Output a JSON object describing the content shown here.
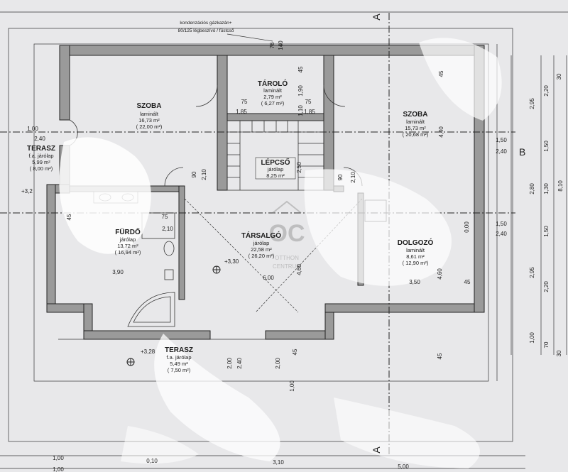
{
  "annotations": {
    "boiler_line1": "kondenzációs gázkazán+",
    "boiler_line2": "80/125 légbeszívó / füstcső"
  },
  "section_marks": {
    "a": "A",
    "b": "B"
  },
  "rooms": {
    "szoba_left": {
      "name": "SZOBA",
      "floor": "laminált",
      "area": "16,73 m²",
      "area_alt": "( 22,00 m²)"
    },
    "taroló": {
      "name": "TÁROLÓ",
      "floor": "laminált",
      "area": "2,79 m²",
      "area_alt": "( 6,27 m²)"
    },
    "szoba_right": {
      "name": "SZOBA",
      "floor": "laminált",
      "area": "15,73 m²",
      "area_alt": "( 20,68 m²)"
    },
    "terasz_left": {
      "name": "TERASZ",
      "floor": "f.a. járólap",
      "area": "5,99 m²",
      "area_alt": "( 8,00 m²)"
    },
    "lepcso": {
      "name": "LÉPCSŐ",
      "floor": "járólap",
      "area": "8,25 m²"
    },
    "furdo": {
      "name": "FÜRDŐ",
      "floor": "járólap",
      "area": "13,72 m²",
      "area_alt": "( 16,94 m²)"
    },
    "tarsalgo": {
      "name": "TÁRSALGÓ",
      "floor": "járólap",
      "area": "22,58 m²",
      "area_alt": "( 26,20 m²)"
    },
    "dolgozo": {
      "name": "DOLGOZÓ",
      "floor": "laminált",
      "area": "8,61 m²",
      "area_alt": "( 12,90 m²)"
    },
    "terasz_bottom": {
      "name": "TERASZ",
      "floor": "f.a. járólap",
      "area": "5,49 m²",
      "area_alt": "( 7,50 m²)"
    }
  },
  "levels": {
    "l1": "+3,30",
    "l2": "+3,28",
    "l3": "+3,2"
  },
  "watermark": {
    "mono": "OC",
    "word1": "OTTHON",
    "word2": "CENTRUM"
  },
  "dims": {
    "d_75a": "75",
    "d_185a": "1,85",
    "d_75b": "75",
    "d_185b": "1,85",
    "d_90a": "90",
    "d_210a": "2,10",
    "d_90b": "90",
    "d_210b": "2,10",
    "d_75c": "75",
    "d_210c": "2,10",
    "d_390": "3,90",
    "d_600": "6,00",
    "d_350": "3,50",
    "d_100a": "1,00",
    "d_240a": "2,40",
    "d_150a": "1,50",
    "d_240b": "2,40",
    "d_150b": "1,50",
    "d_240c": "2,40",
    "v_76": "76",
    "v_140": "140",
    "v_45a": "45",
    "v_190": "1,90",
    "v_110": "1,10",
    "v_440": "4,40",
    "v_45b": "45",
    "v_250": "2,50",
    "v_460a": "4,60",
    "v_460b": "4,60",
    "v_000": "0,00",
    "v_45c": "45",
    "v_45d": "45",
    "b_200a": "2,00",
    "b_240": "2,40",
    "b_200b": "2,00",
    "b_45": "45",
    "b_100": "1,00",
    "b_45b": "45",
    "r_295a": "2,95",
    "r_220a": "2,20",
    "r_30a": "30",
    "r_150": "1,50",
    "r_280": "2,80",
    "r_130": "1,30",
    "r_150b": "1,50",
    "r_295b": "2,95",
    "r_220b": "2,20",
    "r_100": "1,00",
    "r_70": "70",
    "r_30b": "30",
    "r_810": "8,10",
    "bt_100a": "1,00",
    "bt_010": "0,10",
    "bt_310": "3,10",
    "bt_500": "5,00",
    "bt_100b": "1,00"
  }
}
